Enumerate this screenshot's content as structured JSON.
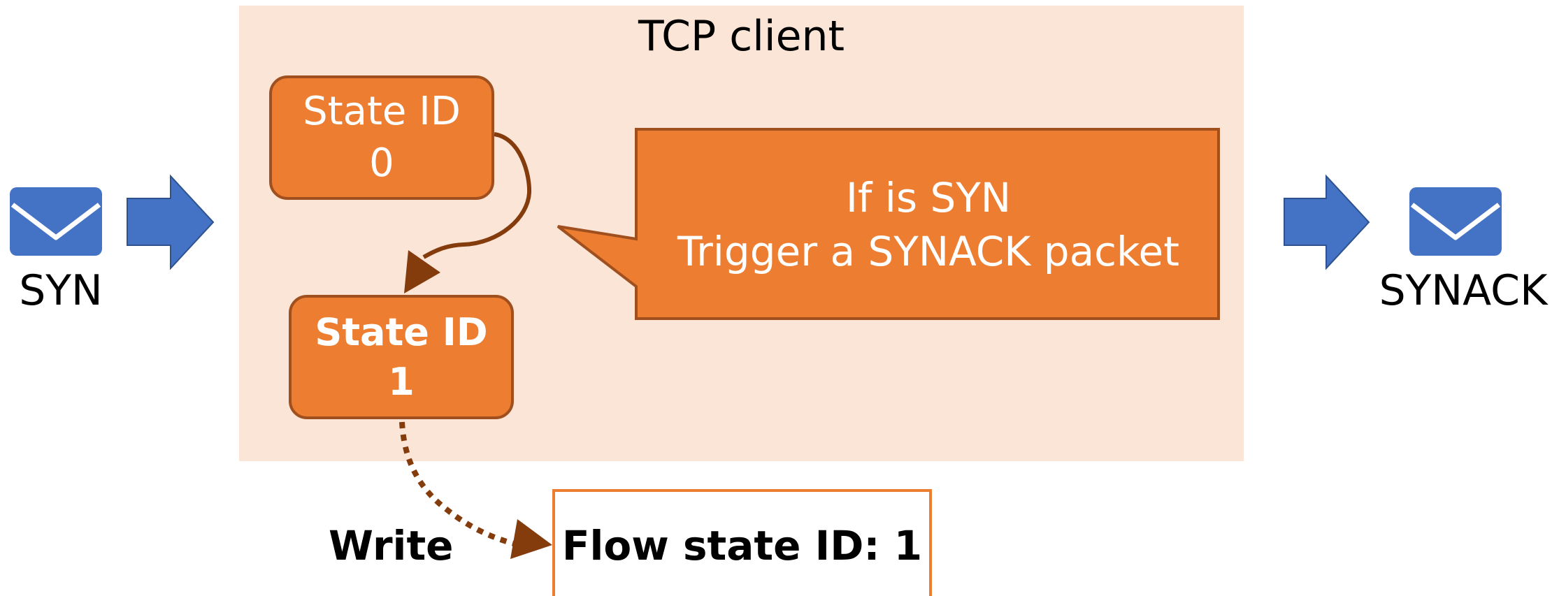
{
  "container": {
    "title": "TCP client"
  },
  "input_packet": {
    "icon": "envelope-icon",
    "label": "SYN"
  },
  "output_packet": {
    "icon": "envelope-icon",
    "label": "SYNACK"
  },
  "states": [
    {
      "line1": "State ID",
      "line2": "0"
    },
    {
      "line1": "State ID",
      "line2": "1"
    }
  ],
  "callout": {
    "line1": "If is SYN",
    "line2": "Trigger a SYNACK packet"
  },
  "write": {
    "label": "Write"
  },
  "flow_state": {
    "text": "Flow state ID: 1"
  },
  "colors": {
    "container_bg": "#fbe5d6",
    "node_fill": "#ed7d31",
    "node_border": "#a0501e",
    "arrow_dark": "#843c0c",
    "packet_blue": "#4472c4"
  }
}
